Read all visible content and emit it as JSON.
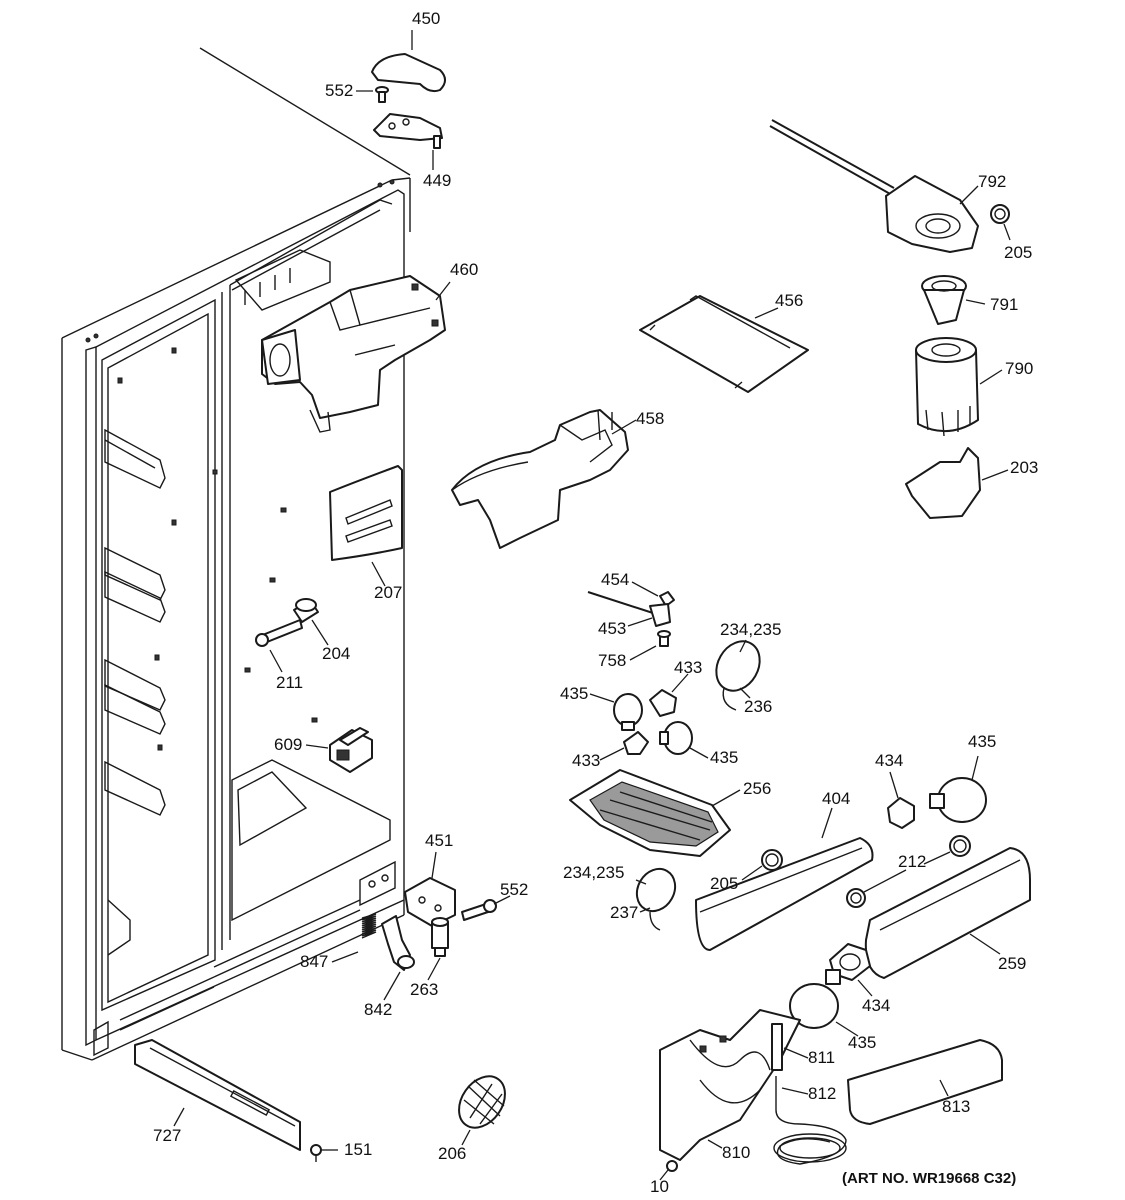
{
  "diagram": {
    "art_number": "(ART NO. WR19668 C32)",
    "callouts": {
      "c450": "450",
      "c552a": "552",
      "c449": "449",
      "c460": "460",
      "c792": "792",
      "c205a": "205",
      "c456": "456",
      "c791": "791",
      "c790": "790",
      "c458": "458",
      "c203": "203",
      "c207": "207",
      "c454": "454",
      "c453": "453",
      "c234a": "234,235",
      "c758": "758",
      "c433a": "433",
      "c204": "204",
      "c211": "211",
      "c435a": "435",
      "c236": "236",
      "c609": "609",
      "c433b": "433",
      "c435b": "435",
      "c434a": "434",
      "c435c": "435",
      "c256": "256",
      "c404": "404",
      "c451": "451",
      "c212": "212",
      "c552b": "552",
      "c234b": "234,235",
      "c205b": "205",
      "c237": "237",
      "c847": "847",
      "c263": "263",
      "c259": "259",
      "c434b": "434",
      "c842": "842",
      "c435d": "435",
      "c811": "811",
      "c812": "812",
      "c727": "727",
      "c813": "813",
      "c151": "151",
      "c206": "206",
      "c810": "810",
      "c10": "10"
    }
  }
}
